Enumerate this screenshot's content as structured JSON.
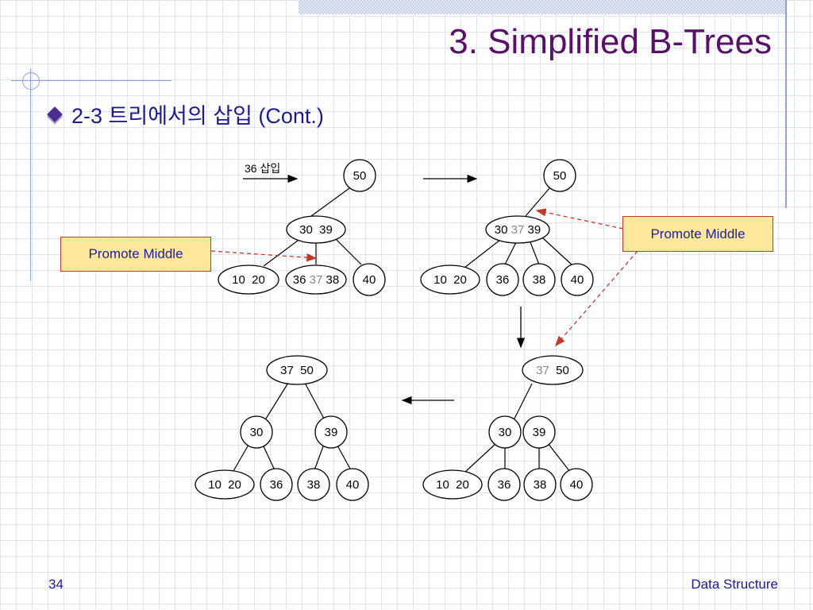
{
  "slide": {
    "title": "3. Simplified B-Trees",
    "bullet": "2-3 트리에서의 삽입 (Cont.)",
    "page_number": "34",
    "footer": "Data Structure"
  },
  "diagram": {
    "insert_label": "36 삽입",
    "callouts": [
      "Promote Middle",
      "Promote Middle"
    ],
    "nodes": [
      {
        "id": "a_root",
        "text": "50"
      },
      {
        "id": "a_mid",
        "text": "30  39"
      },
      {
        "id": "a_l",
        "text": "10  20"
      },
      {
        "id": "a_m_pre",
        "text": "36 "
      },
      {
        "id": "a_m_hl",
        "text": "37"
      },
      {
        "id": "a_m_post",
        "text": " 38"
      },
      {
        "id": "a_r",
        "text": "40"
      },
      {
        "id": "b_root",
        "text": "50"
      },
      {
        "id": "b_mid_pre",
        "text": "30 "
      },
      {
        "id": "b_mid_hl",
        "text": "37"
      },
      {
        "id": "b_mid_post",
        "text": " 39"
      },
      {
        "id": "b_l",
        "text": "10  20"
      },
      {
        "id": "b_36",
        "text": "36"
      },
      {
        "id": "b_38",
        "text": "38"
      },
      {
        "id": "b_40",
        "text": "40"
      },
      {
        "id": "c_root_hl",
        "text": "37"
      },
      {
        "id": "c_root_post",
        "text": "  50"
      },
      {
        "id": "c_30",
        "text": "30"
      },
      {
        "id": "c_39",
        "text": "39"
      },
      {
        "id": "c_l",
        "text": "10  20"
      },
      {
        "id": "c_36",
        "text": "36"
      },
      {
        "id": "c_38",
        "text": "38"
      },
      {
        "id": "c_40",
        "text": "40"
      },
      {
        "id": "d_root",
        "text": "37  50"
      },
      {
        "id": "d_30",
        "text": "30"
      },
      {
        "id": "d_39",
        "text": "39"
      },
      {
        "id": "d_l",
        "text": "10  20"
      },
      {
        "id": "d_36",
        "text": "36"
      },
      {
        "id": "d_38",
        "text": "38"
      },
      {
        "id": "d_40",
        "text": "40"
      }
    ]
  },
  "colors": {
    "title": "#5a0f6b",
    "body_text": "#1b1b8f",
    "callout_fill": "#fde79a",
    "callout_border": "#c0392b",
    "promoted_key": "#888888"
  }
}
